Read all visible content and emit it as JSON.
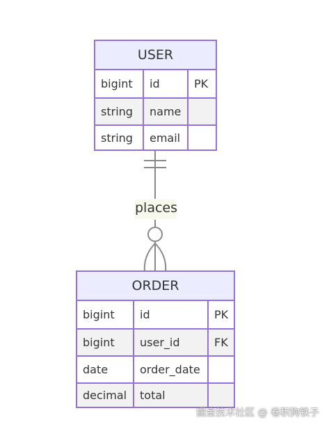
{
  "colors": {
    "border": "#9370DB",
    "header_fill": "#ECECFF",
    "alt_row_fill": "#f2f2f2",
    "line": "#888888",
    "text": "#333333"
  },
  "entities": [
    {
      "name": "USER",
      "attributes": [
        {
          "type": "bigint",
          "name": "id",
          "key": "PK"
        },
        {
          "type": "string",
          "name": "name",
          "key": ""
        },
        {
          "type": "string",
          "name": "email",
          "key": ""
        }
      ]
    },
    {
      "name": "ORDER",
      "attributes": [
        {
          "type": "bigint",
          "name": "id",
          "key": "PK"
        },
        {
          "type": "bigint",
          "name": "user_id",
          "key": "FK"
        },
        {
          "type": "date",
          "name": "order_date",
          "key": ""
        },
        {
          "type": "decimal",
          "name": "total",
          "key": ""
        }
      ]
    }
  ],
  "relationship": {
    "from": "USER",
    "to": "ORDER",
    "label": "places",
    "from_cardinality": "exactly-one",
    "to_cardinality": "zero-or-more"
  },
  "watermark": "掘金技术社区 @ 卷积狗铁子"
}
